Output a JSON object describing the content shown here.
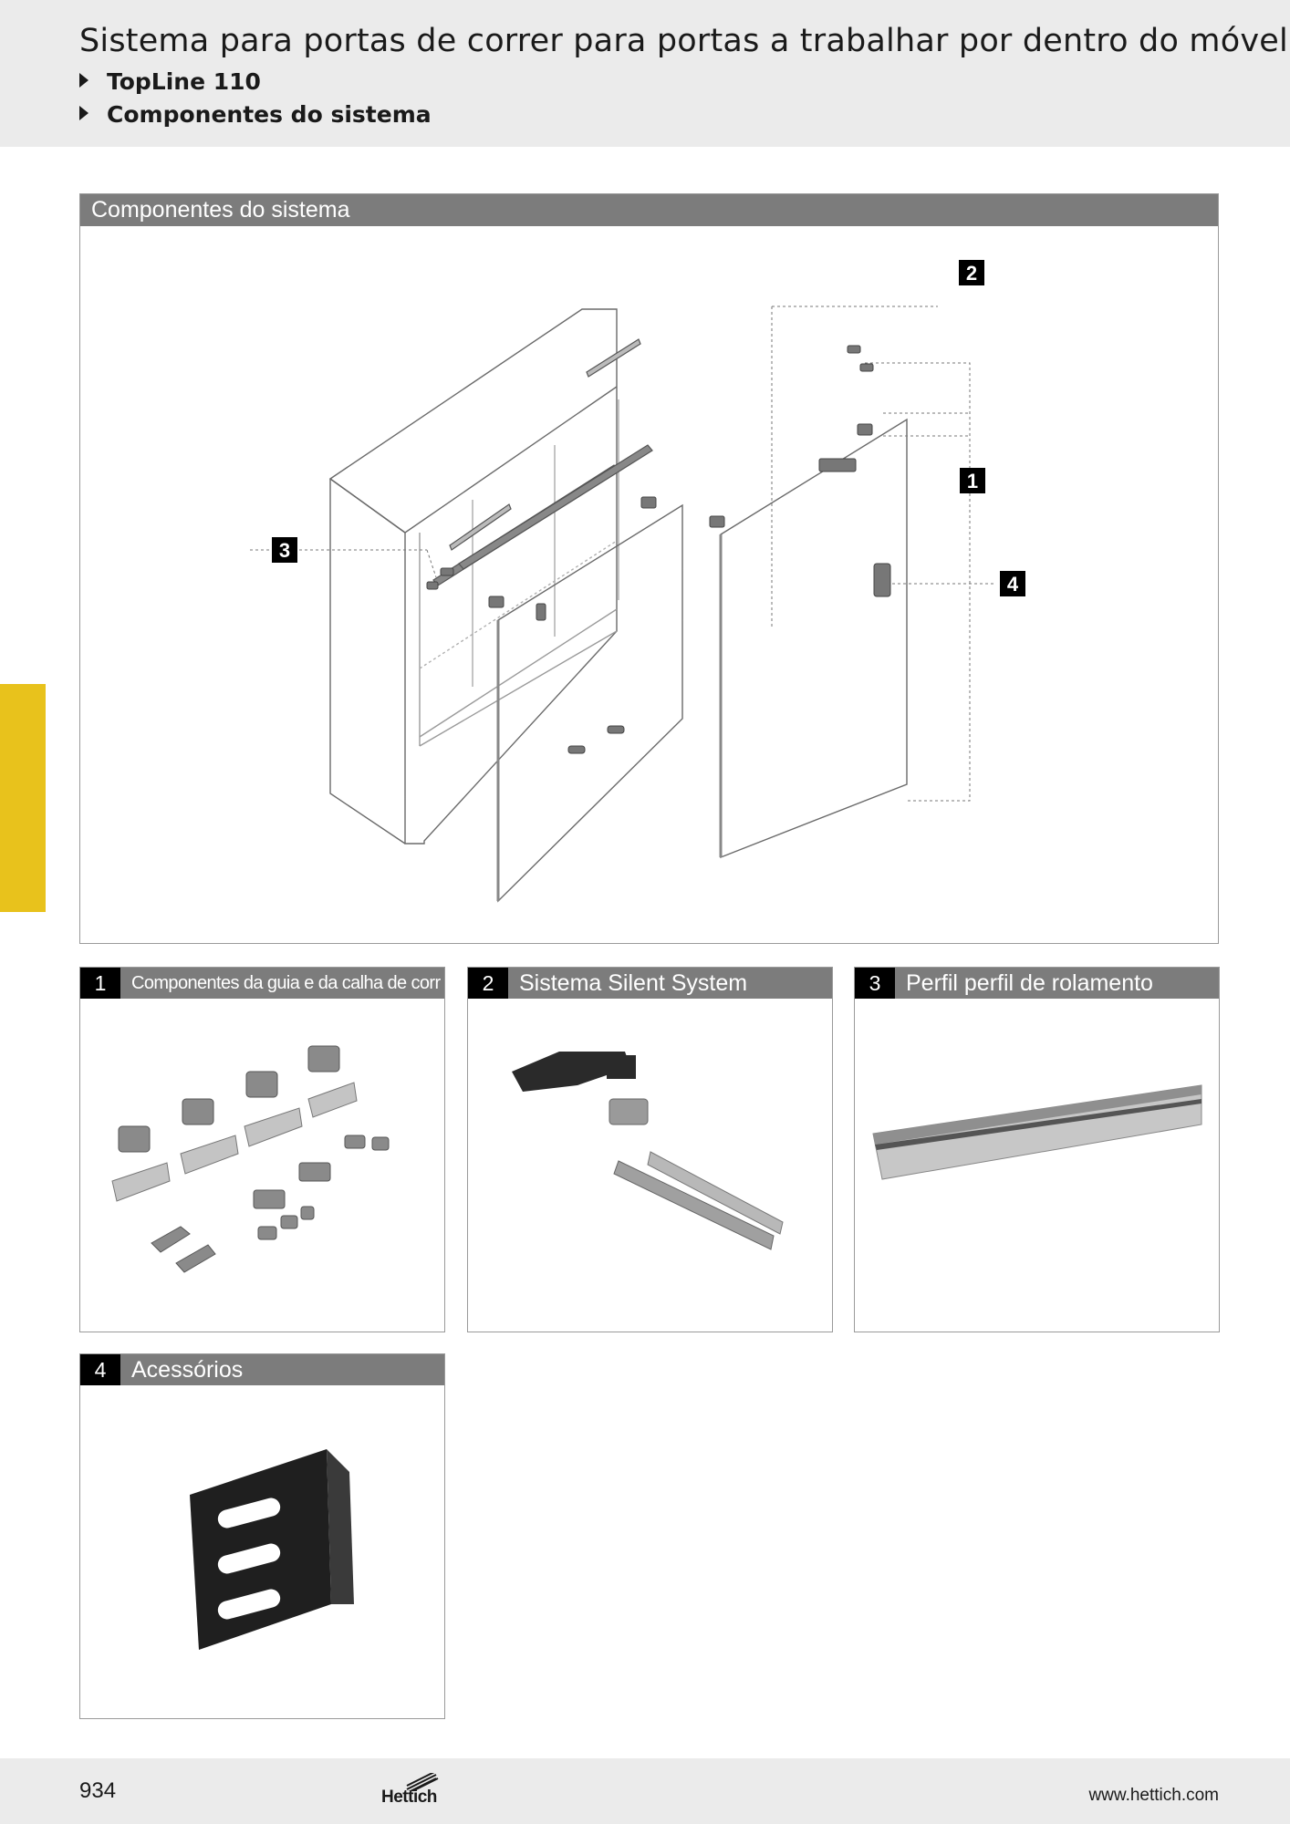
{
  "header": {
    "title": "Sistema para portas de correr para portas a trabalhar por dentro do móvel",
    "breadcrumbs": [
      "TopLine 110",
      "Componentes do sistema"
    ]
  },
  "main_panel": {
    "title": "Componentes do sistema",
    "callouts": [
      "1",
      "2",
      "3",
      "4"
    ]
  },
  "cards": [
    {
      "number": "1",
      "title": "Componentes da guia e da calha de correr"
    },
    {
      "number": "2",
      "title": "Sistema Silent System"
    },
    {
      "number": "3",
      "title": "Perfil perfil de rolamento"
    },
    {
      "number": "4",
      "title": "Acessórios"
    }
  ],
  "footer": {
    "page_number": "934",
    "brand": "Hettich",
    "website": "www.hettich.com"
  },
  "colors": {
    "header_bg": "#ebebeb",
    "bar_grey": "#7c7c7c",
    "accent_yellow": "#e8c21c"
  }
}
